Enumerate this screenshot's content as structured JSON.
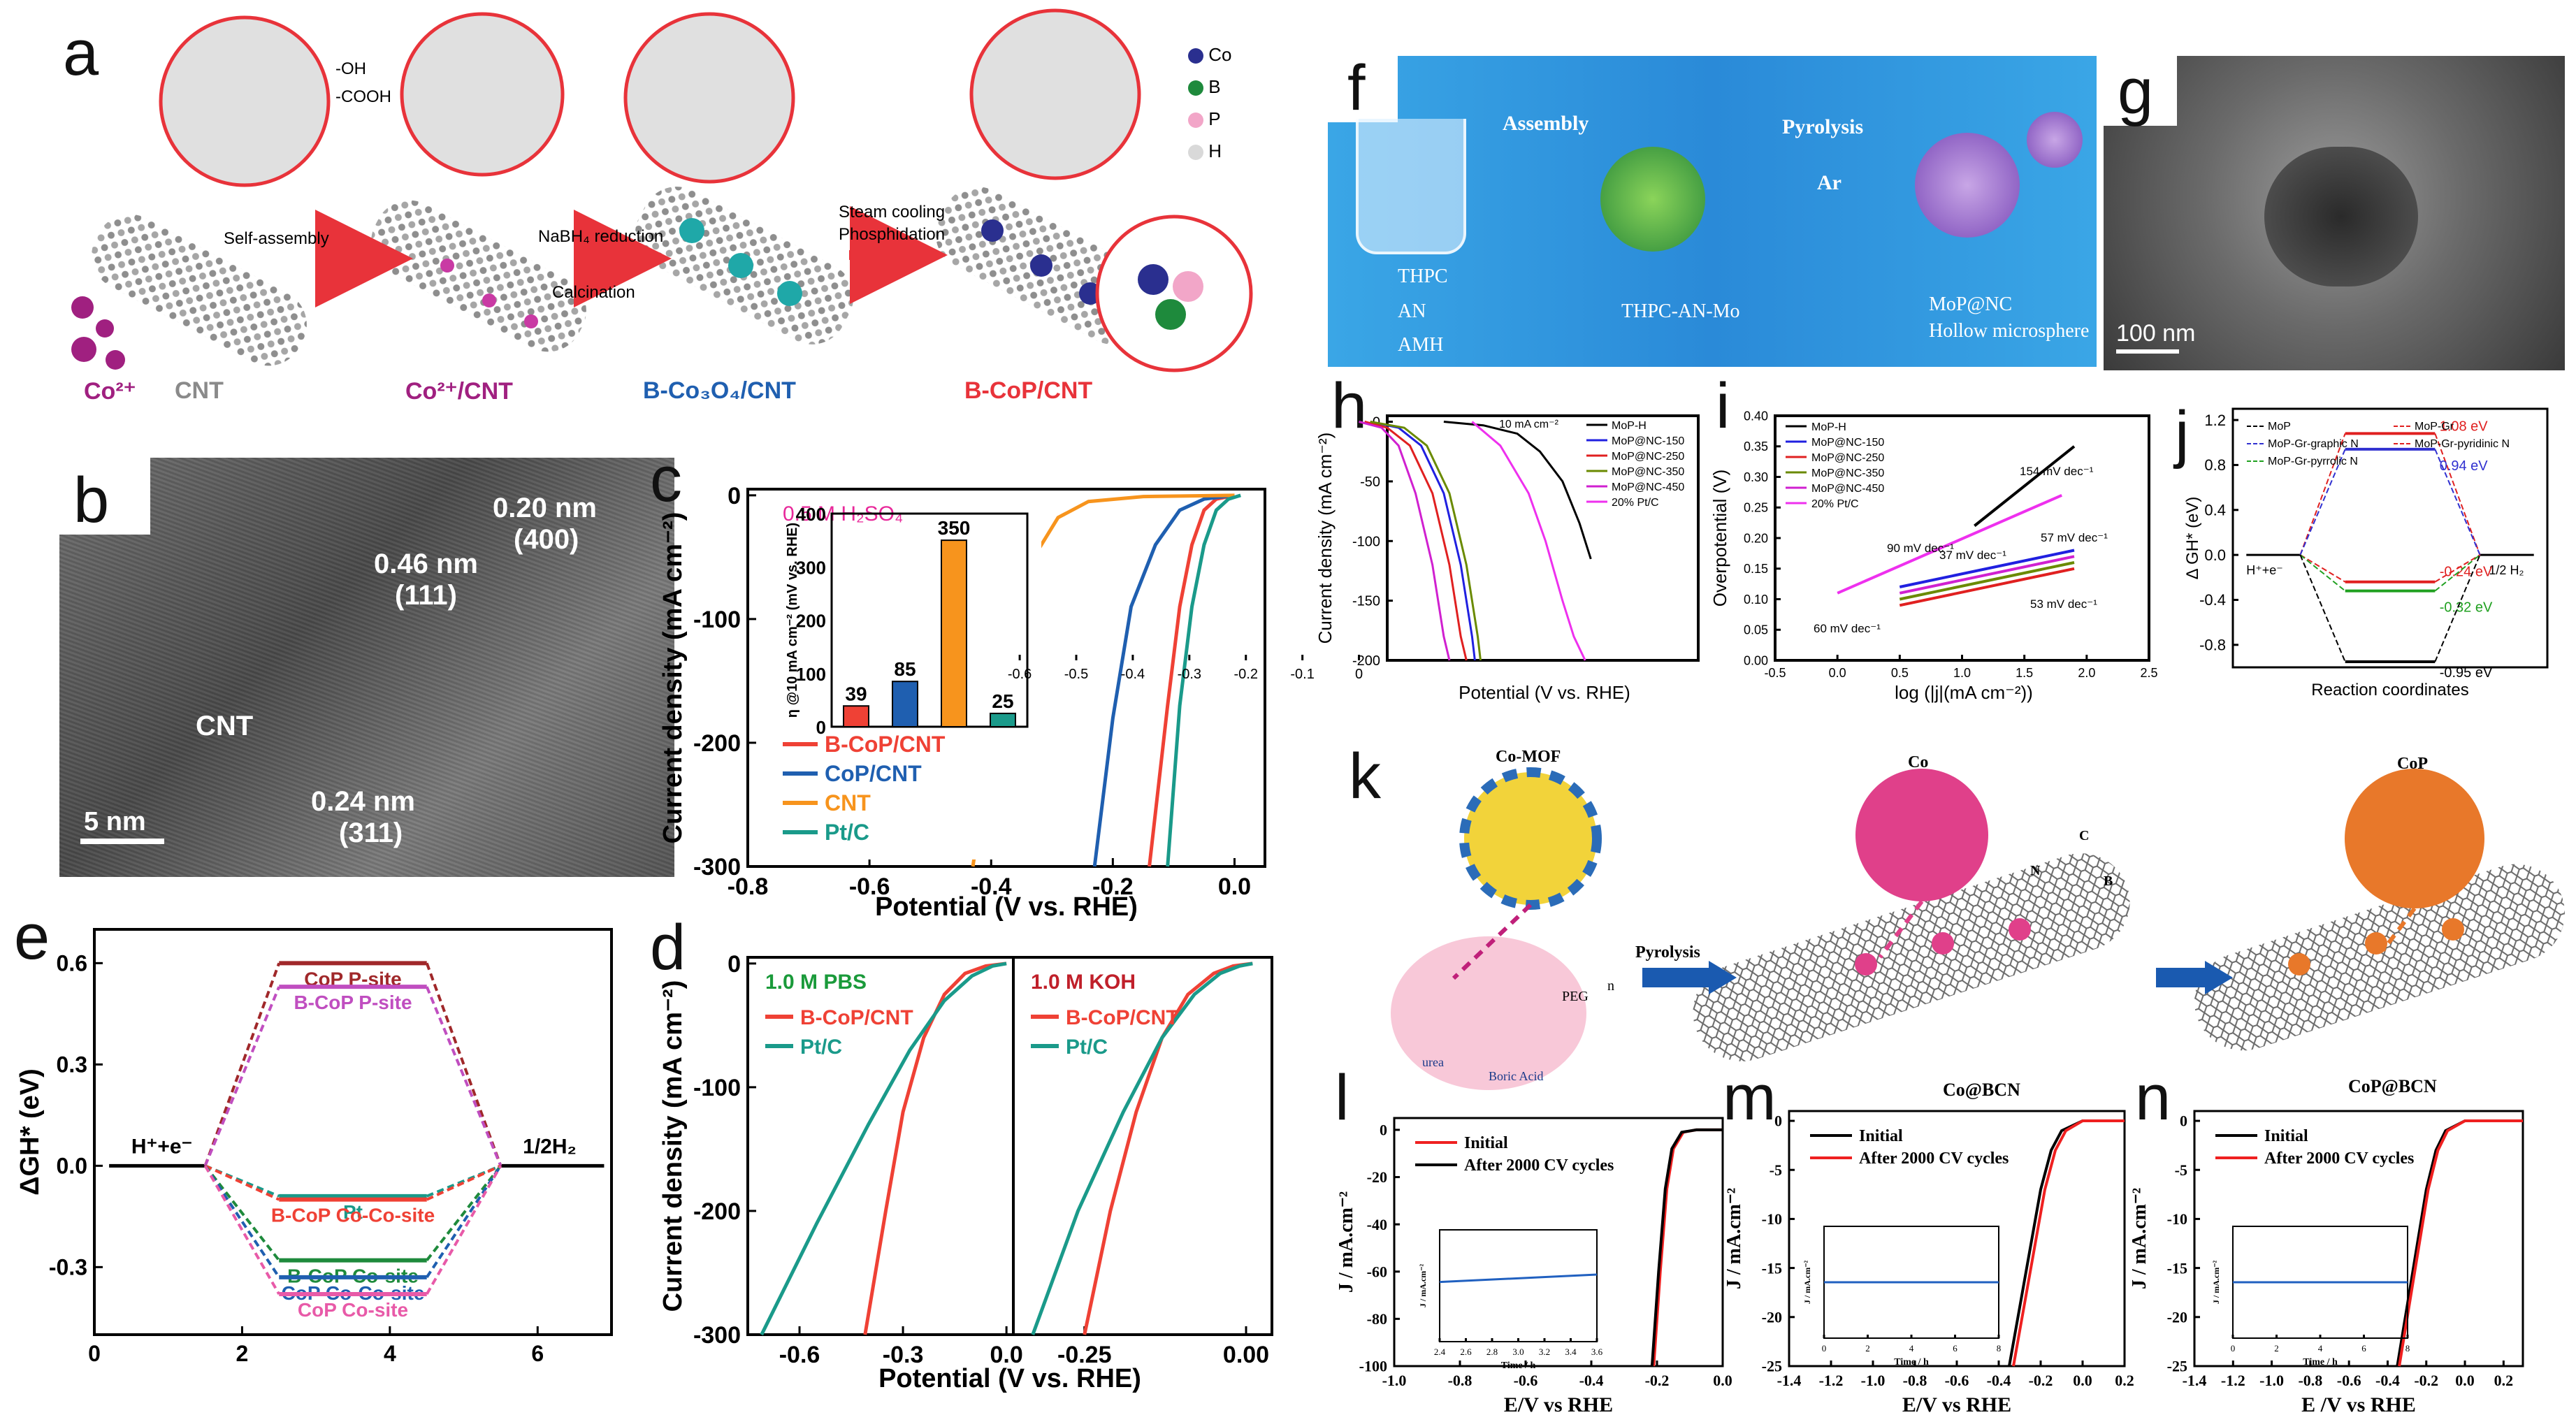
{
  "panel_labels": {
    "a": "a",
    "b": "b",
    "c": "c",
    "d": "d",
    "e": "e",
    "f": "f",
    "g": "g",
    "h": "h",
    "i": "i",
    "j": "j",
    "k": "k",
    "l": "l",
    "m": "m",
    "n": "n"
  },
  "panel_a": {
    "stages": [
      "CNT",
      "Co²⁺/CNT",
      "B-Co₃O₄/CNT",
      "B-CoP/CNT"
    ],
    "ion_label": "Co²⁺",
    "groups": [
      "-OH",
      "-COOH"
    ],
    "steps": [
      "Self-assembly",
      "NaBH₄ reduction",
      "Calcination",
      "Steam cooling",
      "Phosphidation"
    ],
    "legend": [
      "Co",
      "B",
      "P",
      "H"
    ],
    "colors": {
      "Co": "#2a2f8f",
      "B": "#1e8a3c",
      "P": "#f2a6c8",
      "H": "#d9d9d9",
      "cnt": "#9a9a9a",
      "accent": "#e8333a"
    }
  },
  "panel_b": {
    "spacings": [
      "0.20 nm",
      "(400)",
      "0.46 nm",
      "(111)",
      "0.24 nm",
      "(311)"
    ],
    "cnt_label": "CNT",
    "scale_bar": "5 nm"
  },
  "panel_g": {
    "scale_bar": "100 nm"
  },
  "panel_f": {
    "steps": [
      "Assembly",
      "Pyrolysis",
      "Ar"
    ],
    "legend": [
      "THPC",
      "AN",
      "AMH"
    ],
    "products": [
      "THPC-AN-Mo",
      "MoP@NC",
      "Hollow microsphere"
    ]
  },
  "panel_k": {
    "labels": [
      "Co-MOF",
      "Co",
      "CoP",
      "urea",
      "Boric Acid",
      "PEG",
      "n",
      "Pyrolysis",
      "Co@BCN",
      "CoP@BCN",
      "N",
      "C",
      "B"
    ]
  },
  "chart_data": [
    {
      "panel": "c",
      "type": "line",
      "xlabel": "Potential (V vs. RHE)",
      "ylabel": "Current density (mA cm⁻²)",
      "xlim": [
        -0.8,
        0.05
      ],
      "ylim": [
        -300,
        5
      ],
      "xticks": [
        "-0.8",
        "-0.6",
        "-0.4",
        "-0.2",
        "0.0"
      ],
      "yticks": [
        "0",
        "-100",
        "-200",
        "-300"
      ],
      "series": [
        {
          "name": "B-CoP/CNT",
          "color": "#ef4135",
          "x": [
            -0.14,
            -0.11,
            -0.09,
            -0.07,
            -0.05,
            -0.03,
            0.0
          ],
          "y": [
            -300,
            -170,
            -90,
            -40,
            -12,
            -3,
            0
          ]
        },
        {
          "name": "CoP/CNT",
          "color": "#1f5fb0",
          "x": [
            -0.23,
            -0.2,
            -0.17,
            -0.13,
            -0.09,
            -0.05,
            0.0
          ],
          "y": [
            -300,
            -180,
            -90,
            -40,
            -12,
            -3,
            0
          ]
        },
        {
          "name": "CNT",
          "color": "#f7941d",
          "x": [
            -0.43,
            -0.4,
            -0.37,
            -0.33,
            -0.29,
            -0.24,
            -0.15,
            0.0
          ],
          "y": [
            -300,
            -200,
            -110,
            -50,
            -18,
            -5,
            -1,
            0
          ]
        },
        {
          "name": "Pt/C",
          "color": "#1a9a8a",
          "x": [
            -0.11,
            -0.09,
            -0.07,
            -0.05,
            -0.03,
            -0.01,
            0.01
          ],
          "y": [
            -300,
            -170,
            -90,
            -40,
            -12,
            -3,
            0
          ]
        }
      ],
      "inset": {
        "title": "0.5 M H₂SO₄",
        "ylabel": "η @10 mA cm⁻² (mV vs. RHE)",
        "ylim": [
          0,
          400
        ],
        "yticks": [
          "0",
          "100",
          "200",
          "300",
          "400"
        ],
        "values": [
          39,
          85,
          350,
          25
        ],
        "colors": [
          "#ef4135",
          "#1f5fb0",
          "#f7941d",
          "#1a9a8a"
        ]
      }
    },
    {
      "panel": "d",
      "type": "line",
      "xlabel": "Potential (V vs. RHE)",
      "ylabel": "Current density (mA cm⁻²)",
      "ylim": [
        -300,
        5
      ],
      "yticks": [
        "0",
        "-100",
        "-200",
        "-300"
      ],
      "sub": [
        {
          "title": "1.0 M PBS",
          "xlim": [
            -0.75,
            0.02
          ],
          "xticks": [
            "-0.6",
            "-0.3",
            "0.0"
          ],
          "series": [
            {
              "name": "B-CoP/CNT",
              "color": "#ef4135",
              "x": [
                -0.41,
                -0.35,
                -0.3,
                -0.24,
                -0.18,
                -0.12,
                -0.06,
                0.0
              ],
              "y": [
                -300,
                -200,
                -120,
                -60,
                -25,
                -8,
                -2,
                0
              ]
            },
            {
              "name": "Pt/C",
              "color": "#1a9a8a",
              "x": [
                -0.71,
                -0.55,
                -0.4,
                -0.28,
                -0.18,
                -0.1,
                -0.04,
                0.0
              ],
              "y": [
                -300,
                -210,
                -130,
                -70,
                -30,
                -10,
                -2,
                0
              ]
            }
          ]
        },
        {
          "title": "1.0 M KOH",
          "xlim": [
            -0.36,
            0.04
          ],
          "xticks": [
            "-0.25",
            "0.00"
          ],
          "series": [
            {
              "name": "B-CoP/CNT",
              "color": "#ef4135",
              "x": [
                -0.25,
                -0.21,
                -0.17,
                -0.13,
                -0.09,
                -0.05,
                -0.02,
                0.01
              ],
              "y": [
                -300,
                -200,
                -120,
                -60,
                -25,
                -8,
                -2,
                0
              ]
            },
            {
              "name": "Pt/C",
              "color": "#1a9a8a",
              "x": [
                -0.33,
                -0.26,
                -0.19,
                -0.13,
                -0.08,
                -0.04,
                -0.01,
                0.01
              ],
              "y": [
                -300,
                -200,
                -120,
                -60,
                -25,
                -8,
                -2,
                0
              ]
            }
          ]
        }
      ]
    },
    {
      "panel": "e",
      "type": "line",
      "ylabel": "ΔGH* (eV)",
      "xlim": [
        0,
        7
      ],
      "ylim": [
        -0.5,
        0.7
      ],
      "xticks": [
        "0",
        "2",
        "4",
        "6"
      ],
      "yticks": [
        "0.6",
        "0.3",
        "0.0",
        "-0.3"
      ],
      "start_label": "H⁺+e⁻",
      "end_label": "1/2H₂",
      "levels": [
        {
          "name": "CoP P-site",
          "value": 0.6,
          "color": "#a0282a"
        },
        {
          "name": "B-CoP P-site",
          "value": 0.53,
          "color": "#c04ec0"
        },
        {
          "name": "Pt",
          "value": -0.09,
          "color": "#1a9a8a"
        },
        {
          "name": "B-CoP Co-Co-site",
          "value": -0.1,
          "color": "#ef4135"
        },
        {
          "name": "B-CoP Co-site",
          "value": -0.28,
          "color": "#1e8a3c"
        },
        {
          "name": "CoP Co-Co-site",
          "value": -0.33,
          "color": "#1f5fb0"
        },
        {
          "name": "CoP Co-site",
          "value": -0.38,
          "color": "#e85aa8"
        }
      ]
    },
    {
      "panel": "h",
      "type": "line",
      "xlabel": "Potential (V vs. RHE)",
      "ylabel": "Current density (mA cm⁻²)",
      "xlim": [
        -0.05,
        -0.6
      ],
      "ylim": [
        -200,
        5
      ],
      "xticks": [
        "0",
        "-0.1",
        "-0.2",
        "-0.3",
        "-0.4",
        "-0.5",
        "-0.6"
      ],
      "yticks": [
        "0",
        "-50",
        "-100",
        "-150",
        "-200"
      ],
      "annotation": "10 mA cm⁻²",
      "series": [
        {
          "name": "MoP-H",
          "color": "#000000",
          "x": [
            -0.15,
            -0.22,
            -0.28,
            -0.32,
            -0.36,
            -0.39,
            -0.41
          ],
          "y": [
            0,
            -3,
            -10,
            -25,
            -50,
            -85,
            -115
          ]
        },
        {
          "name": "MoP@NC-150",
          "color": "#2020e0",
          "x": [
            -0.02,
            -0.07,
            -0.11,
            -0.15,
            -0.18,
            -0.2,
            -0.205
          ],
          "y": [
            0,
            -5,
            -20,
            -60,
            -120,
            -180,
            -200
          ]
        },
        {
          "name": "MoP@NC-250",
          "color": "#e02020",
          "x": [
            -0.01,
            -0.05,
            -0.09,
            -0.13,
            -0.16,
            -0.18,
            -0.19
          ],
          "y": [
            0,
            -5,
            -20,
            -60,
            -120,
            -180,
            -200
          ]
        },
        {
          "name": "MoP@NC-350",
          "color": "#6a8a00",
          "x": [
            -0.02,
            -0.08,
            -0.12,
            -0.16,
            -0.19,
            -0.21,
            -0.215
          ],
          "y": [
            0,
            -5,
            -20,
            -60,
            -120,
            -180,
            -200
          ]
        },
        {
          "name": "MoP@NC-450",
          "color": "#d020d0",
          "x": [
            0.0,
            -0.04,
            -0.07,
            -0.1,
            -0.13,
            -0.15,
            -0.16
          ],
          "y": [
            0,
            -5,
            -20,
            -60,
            -120,
            -180,
            -200
          ]
        },
        {
          "name": "20% Pt/C",
          "color": "#ee30ee",
          "x": [
            -0.2,
            -0.25,
            -0.3,
            -0.33,
            -0.36,
            -0.38,
            -0.4
          ],
          "y": [
            0,
            -20,
            -60,
            -100,
            -150,
            -180,
            -200
          ]
        }
      ]
    },
    {
      "panel": "i",
      "type": "line",
      "xlabel": "log (|j|(mA cm⁻²))",
      "ylabel": "Overpotential (V)",
      "xlim": [
        -0.5,
        2.5
      ],
      "ylim": [
        0,
        0.4
      ],
      "xticks": [
        "-0.5",
        "0.0",
        "0.5",
        "1.0",
        "1.5",
        "2.0",
        "2.5"
      ],
      "yticks": [
        "0.00",
        "0.05",
        "0.10",
        "0.15",
        "0.20",
        "0.25",
        "0.30",
        "0.35",
        "0.40"
      ],
      "series": [
        {
          "name": "MoP-H",
          "color": "#000000",
          "x": [
            1.1,
            1.9
          ],
          "y": [
            0.22,
            0.35
          ]
        },
        {
          "name": "MoP@NC-150",
          "color": "#2020e0",
          "x": [
            0.5,
            1.9
          ],
          "y": [
            0.12,
            0.18
          ]
        },
        {
          "name": "MoP@NC-250",
          "color": "#e02020",
          "x": [
            0.5,
            1.9
          ],
          "y": [
            0.09,
            0.15
          ]
        },
        {
          "name": "MoP@NC-350",
          "color": "#6a8a00",
          "x": [
            0.5,
            1.9
          ],
          "y": [
            0.1,
            0.16
          ]
        },
        {
          "name": "MoP@NC-450",
          "color": "#d020d0",
          "x": [
            0.5,
            1.9
          ],
          "y": [
            0.11,
            0.17
          ]
        },
        {
          "name": "20% Pt/C",
          "color": "#ee30ee",
          "x": [
            0.0,
            1.8
          ],
          "y": [
            0.11,
            0.27
          ]
        }
      ],
      "slope_labels": [
        "154 mV dec⁻¹",
        "90 mV dec⁻¹",
        "57 mV dec⁻¹",
        "37 mV dec⁻¹",
        "60 mV dec⁻¹",
        "53 mV dec⁻¹"
      ]
    },
    {
      "panel": "j",
      "type": "line",
      "xlabel": "Reaction coordinates",
      "ylabel": "Δ GH* (eV)",
      "ylim": [
        -1.0,
        1.3
      ],
      "yticks": [
        "1.2",
        "0.8",
        "0.4",
        "0.0",
        "-0.4",
        "-0.8"
      ],
      "start_label": "H⁺+e⁻",
      "end_label": "1/2 H₂",
      "legend": [
        "MoP",
        "MoP-Gr",
        "MoP-Gr-graphic N",
        "MoP-Gr-pyridinic N",
        "MoP-Gr-pyrrolic N"
      ],
      "levels": [
        {
          "name": "MoP-Gr",
          "value": 1.08,
          "label": "1.08 eV",
          "color": "#e02020"
        },
        {
          "name": "MoP-Gr-graphic N",
          "value": 0.94,
          "label": "0.94 eV",
          "color": "#3030d0"
        },
        {
          "name": "MoP-Gr-pyridinic N",
          "value": -0.24,
          "label": "-0.24 eV",
          "color": "#e02020"
        },
        {
          "name": "MoP-Gr-pyrrolic N",
          "value": -0.32,
          "label": "-0.32 eV",
          "color": "#20a020"
        },
        {
          "name": "MoP",
          "value": -0.95,
          "label": "-0.95 eV",
          "color": "#000000"
        }
      ]
    },
    {
      "panel": "l",
      "type": "line",
      "xlabel": "E/V vs RHE",
      "ylabel": "J / mA.cm⁻²",
      "xlim": [
        -1.0,
        0.0
      ],
      "ylim": [
        -100,
        5
      ],
      "xticks": [
        "-1.0",
        "-0.8",
        "-0.6",
        "-0.4",
        "-0.2",
        "0.0"
      ],
      "yticks": [
        "0",
        "-20",
        "-40",
        "-60",
        "-80",
        "-100"
      ],
      "series": [
        {
          "name": "Initial",
          "color": "#ef2020",
          "x": [
            -0.21,
            -0.19,
            -0.17,
            -0.15,
            -0.12,
            -0.08,
            0.0
          ],
          "y": [
            -100,
            -60,
            -25,
            -8,
            -1,
            0,
            0
          ]
        },
        {
          "name": "After  2000 CV cycles",
          "color": "#000000",
          "x": [
            -0.215,
            -0.195,
            -0.175,
            -0.155,
            -0.125,
            -0.08,
            0.0
          ],
          "y": [
            -100,
            -60,
            -25,
            -8,
            -1,
            0,
            0
          ]
        }
      ],
      "inset": {
        "xlabel": "Time / h",
        "ylabel": "J / mA.cm⁻²",
        "xticks": [
          "2.4",
          "2.6",
          "2.8",
          "3.0",
          "3.2",
          "3.4",
          "3.6"
        ],
        "ylim": [
          -80,
          -50
        ],
        "line": {
          "y0": -64,
          "y1": -62
        }
      }
    },
    {
      "panel": "m",
      "type": "line",
      "xlabel": "E/V vs RHE",
      "ylabel": "J / mA.cm⁻²",
      "xlim": [
        -1.4,
        0.2
      ],
      "ylim": [
        -25,
        1
      ],
      "xticks": [
        "-1.4",
        "-1.2",
        "-1.0",
        "-0.8",
        "-0.6",
        "-0.4",
        "-0.2",
        "0.0",
        "0.2"
      ],
      "yticks": [
        "0",
        "-5",
        "-10",
        "-15",
        "-20",
        "-25"
      ],
      "series": [
        {
          "name": "Initial",
          "color": "#000000",
          "x": [
            -0.35,
            -0.3,
            -0.25,
            -0.2,
            -0.15,
            -0.1,
            0.0,
            0.2
          ],
          "y": [
            -25,
            -19,
            -13,
            -7,
            -3,
            -1,
            0,
            0
          ]
        },
        {
          "name": "After  2000 CV cycles",
          "color": "#ef2020",
          "x": [
            -0.33,
            -0.28,
            -0.23,
            -0.18,
            -0.13,
            -0.08,
            0.0,
            0.2
          ],
          "y": [
            -25,
            -19,
            -13,
            -7,
            -3,
            -1,
            0,
            0
          ]
        }
      ],
      "inset": {
        "xlabel": "Time / h",
        "ylabel": "J / mA.cm⁻²",
        "xticks": [
          "0",
          "2",
          "4",
          "6",
          "8"
        ],
        "ylim": [
          -30,
          0
        ],
        "line": {
          "y0": -15,
          "y1": -15
        }
      }
    },
    {
      "panel": "n",
      "type": "line",
      "xlabel": "E /V vs RHE",
      "ylabel": "J / mA.cm⁻²",
      "xlim": [
        -1.4,
        0.3
      ],
      "ylim": [
        -25,
        1
      ],
      "xticks": [
        "-1.4",
        "-1.2",
        "-1.0",
        "-0.8",
        "-0.6",
        "-0.4",
        "-0.2",
        "0.0",
        "0.2"
      ],
      "yticks": [
        "0",
        "-5",
        "-10",
        "-15",
        "-20",
        "-25"
      ],
      "series": [
        {
          "name": "Initial",
          "color": "#000000",
          "x": [
            -0.35,
            -0.3,
            -0.25,
            -0.2,
            -0.15,
            -0.1,
            0.0,
            0.3
          ],
          "y": [
            -25,
            -19,
            -13,
            -7,
            -3,
            -1,
            0,
            0
          ]
        },
        {
          "name": "After  2000 CV cycles",
          "color": "#ef2020",
          "x": [
            -0.34,
            -0.29,
            -0.24,
            -0.19,
            -0.14,
            -0.09,
            0.0,
            0.3
          ],
          "y": [
            -25,
            -19,
            -13,
            -7,
            -3,
            -1,
            0,
            0
          ]
        }
      ],
      "inset": {
        "xlabel": "Time / h",
        "ylabel": "J / mA.cm⁻²",
        "xticks": [
          "0",
          "2",
          "4",
          "6",
          "8"
        ],
        "ylim": [
          -30,
          0
        ],
        "line": {
          "y0": -15,
          "y1": -15
        }
      }
    }
  ]
}
